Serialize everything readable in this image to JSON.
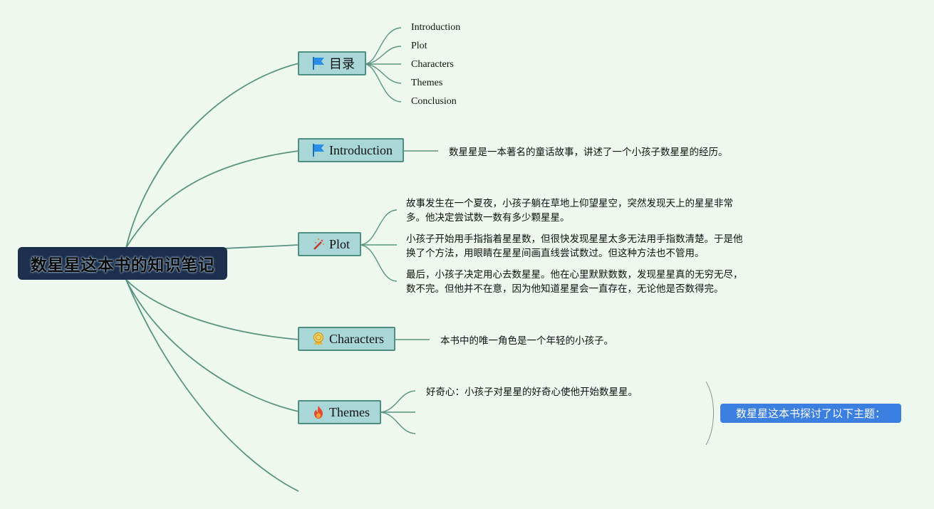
{
  "central_topic": "数星星这本书的知识笔记",
  "toc": {
    "label": "目录",
    "icon": "flag-icon",
    "items": [
      "Introduction",
      "Plot",
      "Characters",
      "Themes",
      "Conclusion"
    ]
  },
  "introduction": {
    "label": "Introduction",
    "icon": "flag-icon",
    "note": "数星星是一本著名的童话故事，讲述了一个小孩子数星星的经历。"
  },
  "plot": {
    "label": "Plot",
    "icon": "magic-wand-icon",
    "notes": [
      [
        "故事发生在一个夏夜，小孩子躺在草地上仰望星空，突然发现天上的星星非常",
        "多。他决定尝试数一数有多少颗星星。"
      ],
      [
        "小孩子开始用手指指着星星数，但很快发现星星太多无法用手指数清楚。于是他",
        "换了个方法，用眼睛在星星间画直线尝试数过。但这种方法也不管用。"
      ],
      [
        "最后，小孩子决定用心去数星星。他在心里默默数数，发现星星真的无穷无尽，",
        "数不完。但他并不在意，因为他知道星星会一直存在，无论他是否数得完。"
      ]
    ]
  },
  "characters": {
    "label": "Characters",
    "icon": "award-badge-icon",
    "note": "本书中的唯一角色是一个年轻的小孩子。"
  },
  "themes": {
    "label": "Themes",
    "icon": "fire-icon",
    "note": "好奇心：小孩子对星星的好奇心使他开始数星星。",
    "summary": "数星星这本书探讨了以下主题："
  },
  "colors": {
    "background": "#eef8ee",
    "root_fill": "#1c2f4d",
    "topic_fill": "#a9d7d7",
    "connector": "#5a9482",
    "summary_fill": "#3b7fe0"
  }
}
